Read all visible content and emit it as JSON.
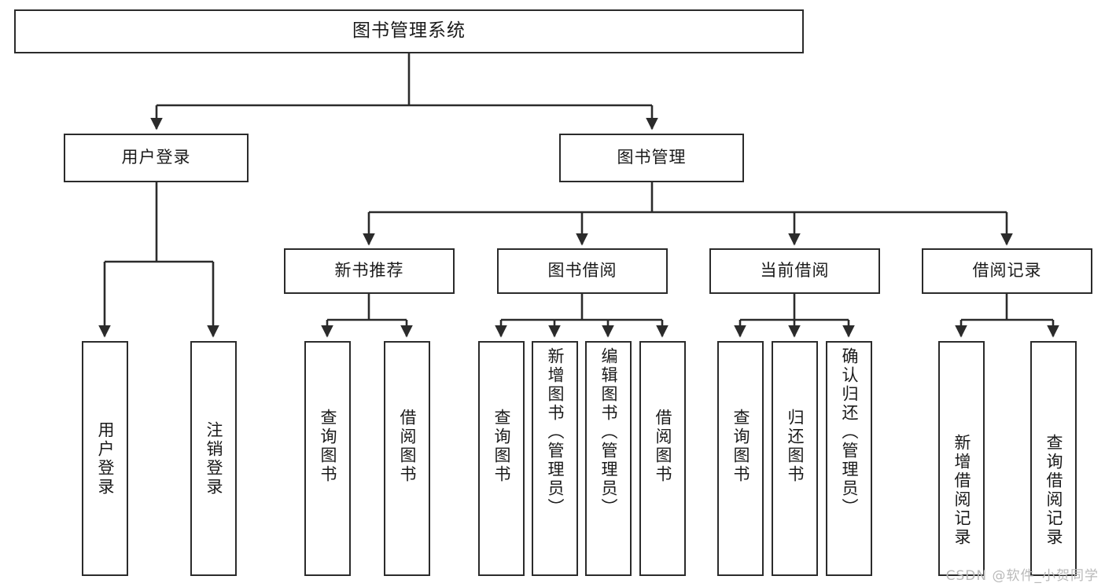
{
  "diagram": {
    "title": "图书管理系统",
    "type": "tree",
    "root": {
      "label": "图书管理系统"
    },
    "level1": [
      {
        "label": "用户登录"
      },
      {
        "label": "图书管理"
      }
    ],
    "level2": [
      {
        "label": "新书推荐",
        "parent": "图书管理"
      },
      {
        "label": "图书借阅",
        "parent": "图书管理"
      },
      {
        "label": "当前借阅",
        "parent": "图书管理"
      },
      {
        "label": "借阅记录",
        "parent": "图书管理"
      }
    ],
    "leaves": {
      "user_login": [
        {
          "label": "用户登录"
        },
        {
          "label": "注销登录"
        }
      ],
      "new_book": [
        {
          "label": "查询图书"
        },
        {
          "label": "借阅图书"
        }
      ],
      "borrow": [
        {
          "label": "查询图书"
        },
        {
          "label": "新增图书（管理员）"
        },
        {
          "label": "编辑图书（管理员）"
        },
        {
          "label": "借阅图书"
        }
      ],
      "current": [
        {
          "label": "查询图书"
        },
        {
          "label": "归还图书"
        },
        {
          "label": "确认归还（管理员）"
        }
      ],
      "records": [
        {
          "label": "新增借阅记录"
        },
        {
          "label": "查询借阅记录"
        }
      ]
    }
  },
  "watermark": {
    "text": "CSDN @软件_小贺同学"
  },
  "colors": {
    "stroke": "#2b2b2b",
    "background": "#ffffff",
    "text": "#1a1a1a",
    "watermark": "#b9b9b9"
  }
}
